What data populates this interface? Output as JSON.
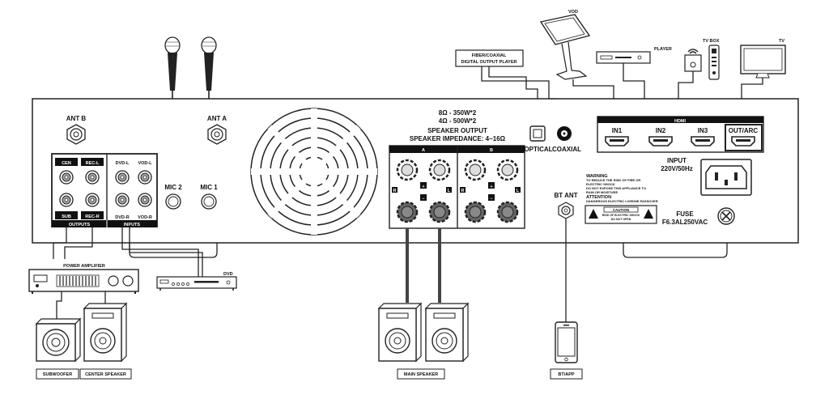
{
  "ports": {
    "ant_b": "ANT B",
    "ant_a": "ANT A",
    "cen": "CEN",
    "rec_l": "REC-L",
    "sub": "SUB",
    "rec_r": "REC-R",
    "dvd_l": "DVD-L",
    "vod_l": "VOD-L",
    "dvd_r": "DVD-R",
    "vod_r": "VOD-R",
    "outputs": "OUTPUTS",
    "inputs": "INPUTS",
    "mic2": "MIC 2",
    "mic1": "MIC 1",
    "optical": "OPTICAL",
    "coaxial": "COAXIAL",
    "bt_ant": "BT ANT",
    "hdmi": "HDMI",
    "in1": "IN1",
    "in2": "IN2",
    "in3": "IN3",
    "out_arc": "OUT/ARC"
  },
  "speaker_output": {
    "spec1": "8Ω - 350W*2",
    "spec2": "4Ω - 500W*2",
    "title": "SPEAKER OUTPUT",
    "impedance": "SPEAKER IMPEDANCE: 4~16Ω",
    "ch_a": "A",
    "ch_b": "B",
    "r": "R",
    "l": "L",
    "plus": "+",
    "minus": "−"
  },
  "power": {
    "input": "INPUT",
    "voltage": "220V/50Hz",
    "fuse": "FUSE",
    "fuse_rating": "F6.3AL250VAC"
  },
  "warning": {
    "title": "WARNING",
    "line1": "TO REDUCE THE RISK OF FIRE OR",
    "line2": "ELECTRIC SHOCK",
    "line3": "DO NOT EXPOSE THIS APPLIANCE TO",
    "line4": "RAIN OR MOISTURE",
    "attention": "ATTENTION",
    "att_line": "DANGEROUS ELECTRIC LIVEDNE PASSOVER",
    "caution": "CAUTION",
    "caution_l1": "RISK OF ELECTRIC SHOCK",
    "caution_l2": "DO NOT OPEN"
  },
  "devices": {
    "fiber_player_l1": "FIBER/COAXIAL",
    "fiber_player_l2": "DIGITAL OUTPUT PLAYER",
    "vod": "VOD",
    "player": "PLAYER",
    "tv_box": "TV BOX",
    "tv": "TV",
    "power_amplifier": "POWER AMPLIFIER",
    "dvd": "DVD",
    "subwoofer": "SUBWOOFER",
    "center_speaker": "CENTER SPEAKER",
    "main_speaker": "MAIN SPEAKER",
    "bt_app": "BT/APP"
  },
  "colors": {
    "ink": "#111111",
    "panel_fill": "#ffffff",
    "jack_fill": "#aaaaaa"
  }
}
